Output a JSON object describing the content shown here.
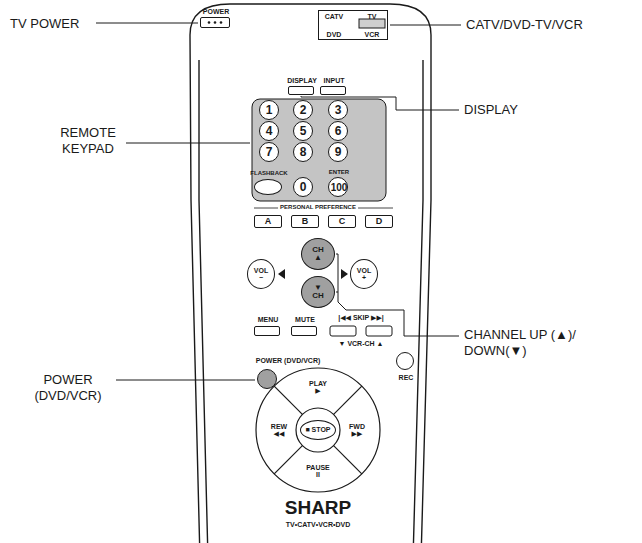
{
  "diagram": {
    "nodes": [
      {
        "text": [
          "SHARP",
          "TV•CATV•VCR•DVD"
        ]
      },
      {
        "text": [
          "POWER"
        ],
        "in": 0
      },
      {
        "text": [
          "CATV",
          "TV",
          "DVD",
          "VCR"
        ],
        "in": 0
      },
      {
        "text": [
          "DISPLAY"
        ],
        "in": 0
      },
      {
        "text": [
          "INPUT"
        ],
        "in": 0
      },
      {
        "text": [
          "1"
        ],
        "in": 0
      },
      {
        "text": [
          "2"
        ],
        "in": 0
      },
      {
        "text": [
          "3"
        ],
        "in": 0
      },
      {
        "text": [
          "4"
        ],
        "in": 0
      },
      {
        "text": [
          "5"
        ],
        "in": 0
      },
      {
        "text": [
          "6"
        ],
        "in": 0
      },
      {
        "text": [
          "7"
        ],
        "in": 0
      },
      {
        "text": [
          "8"
        ],
        "in": 0
      },
      {
        "text": [
          "9"
        ],
        "in": 0
      },
      {
        "text": [
          "FLASHBACK"
        ],
        "in": 0
      },
      {
        "text": [
          "0"
        ],
        "in": 0
      },
      {
        "text": [
          "ENTER",
          "100"
        ],
        "in": 0
      },
      {
        "text": [
          "A"
        ],
        "in": 0
      },
      {
        "text": [
          "B"
        ],
        "in": 0
      },
      {
        "text": [
          "C"
        ],
        "in": 0
      },
      {
        "text": [
          "D"
        ],
        "in": 0
      },
      {
        "text": [
          "CH",
          "▲"
        ],
        "in": 0
      },
      {
        "text": [
          "▼",
          "CH"
        ],
        "in": 0
      },
      {
        "text": [
          "VOL",
          "−"
        ],
        "in": 0
      },
      {
        "text": [
          "VOL",
          "+"
        ],
        "in": 0
      },
      {
        "text": [
          "MENU"
        ],
        "in": 0
      },
      {
        "text": [
          "MUTE"
        ],
        "in": 0
      },
      {
        "text": [
          "POWER (DVD/VCR)"
        ],
        "in": 0
      },
      {
        "text": [
          "REC"
        ],
        "in": 0
      },
      {
        "text": [
          "PLAY",
          "▶"
        ],
        "in": 0
      },
      {
        "text": [
          "REW",
          "◀◀"
        ],
        "in": 0
      },
      {
        "text": [
          "■ STOP"
        ],
        "in": 0
      },
      {
        "text": [
          "FWD",
          "▶▶"
        ],
        "in": 0
      },
      {
        "text": [
          "PAUSE",
          "II"
        ],
        "in": 0
      }
    ],
    "labels": [
      "TV POWER",
      "CATV/DVD-TV/VCR",
      "DISPLAY",
      "REMOTE KEYPAD",
      "CHANNEL UP (▲)/ DOWN(▼)",
      "POWER (DVD/VCR)",
      "PERSONAL PREFERENCE",
      "|◀◀ SKIP ▶▶|",
      "▼ VCR-CH ▲"
    ]
  }
}
